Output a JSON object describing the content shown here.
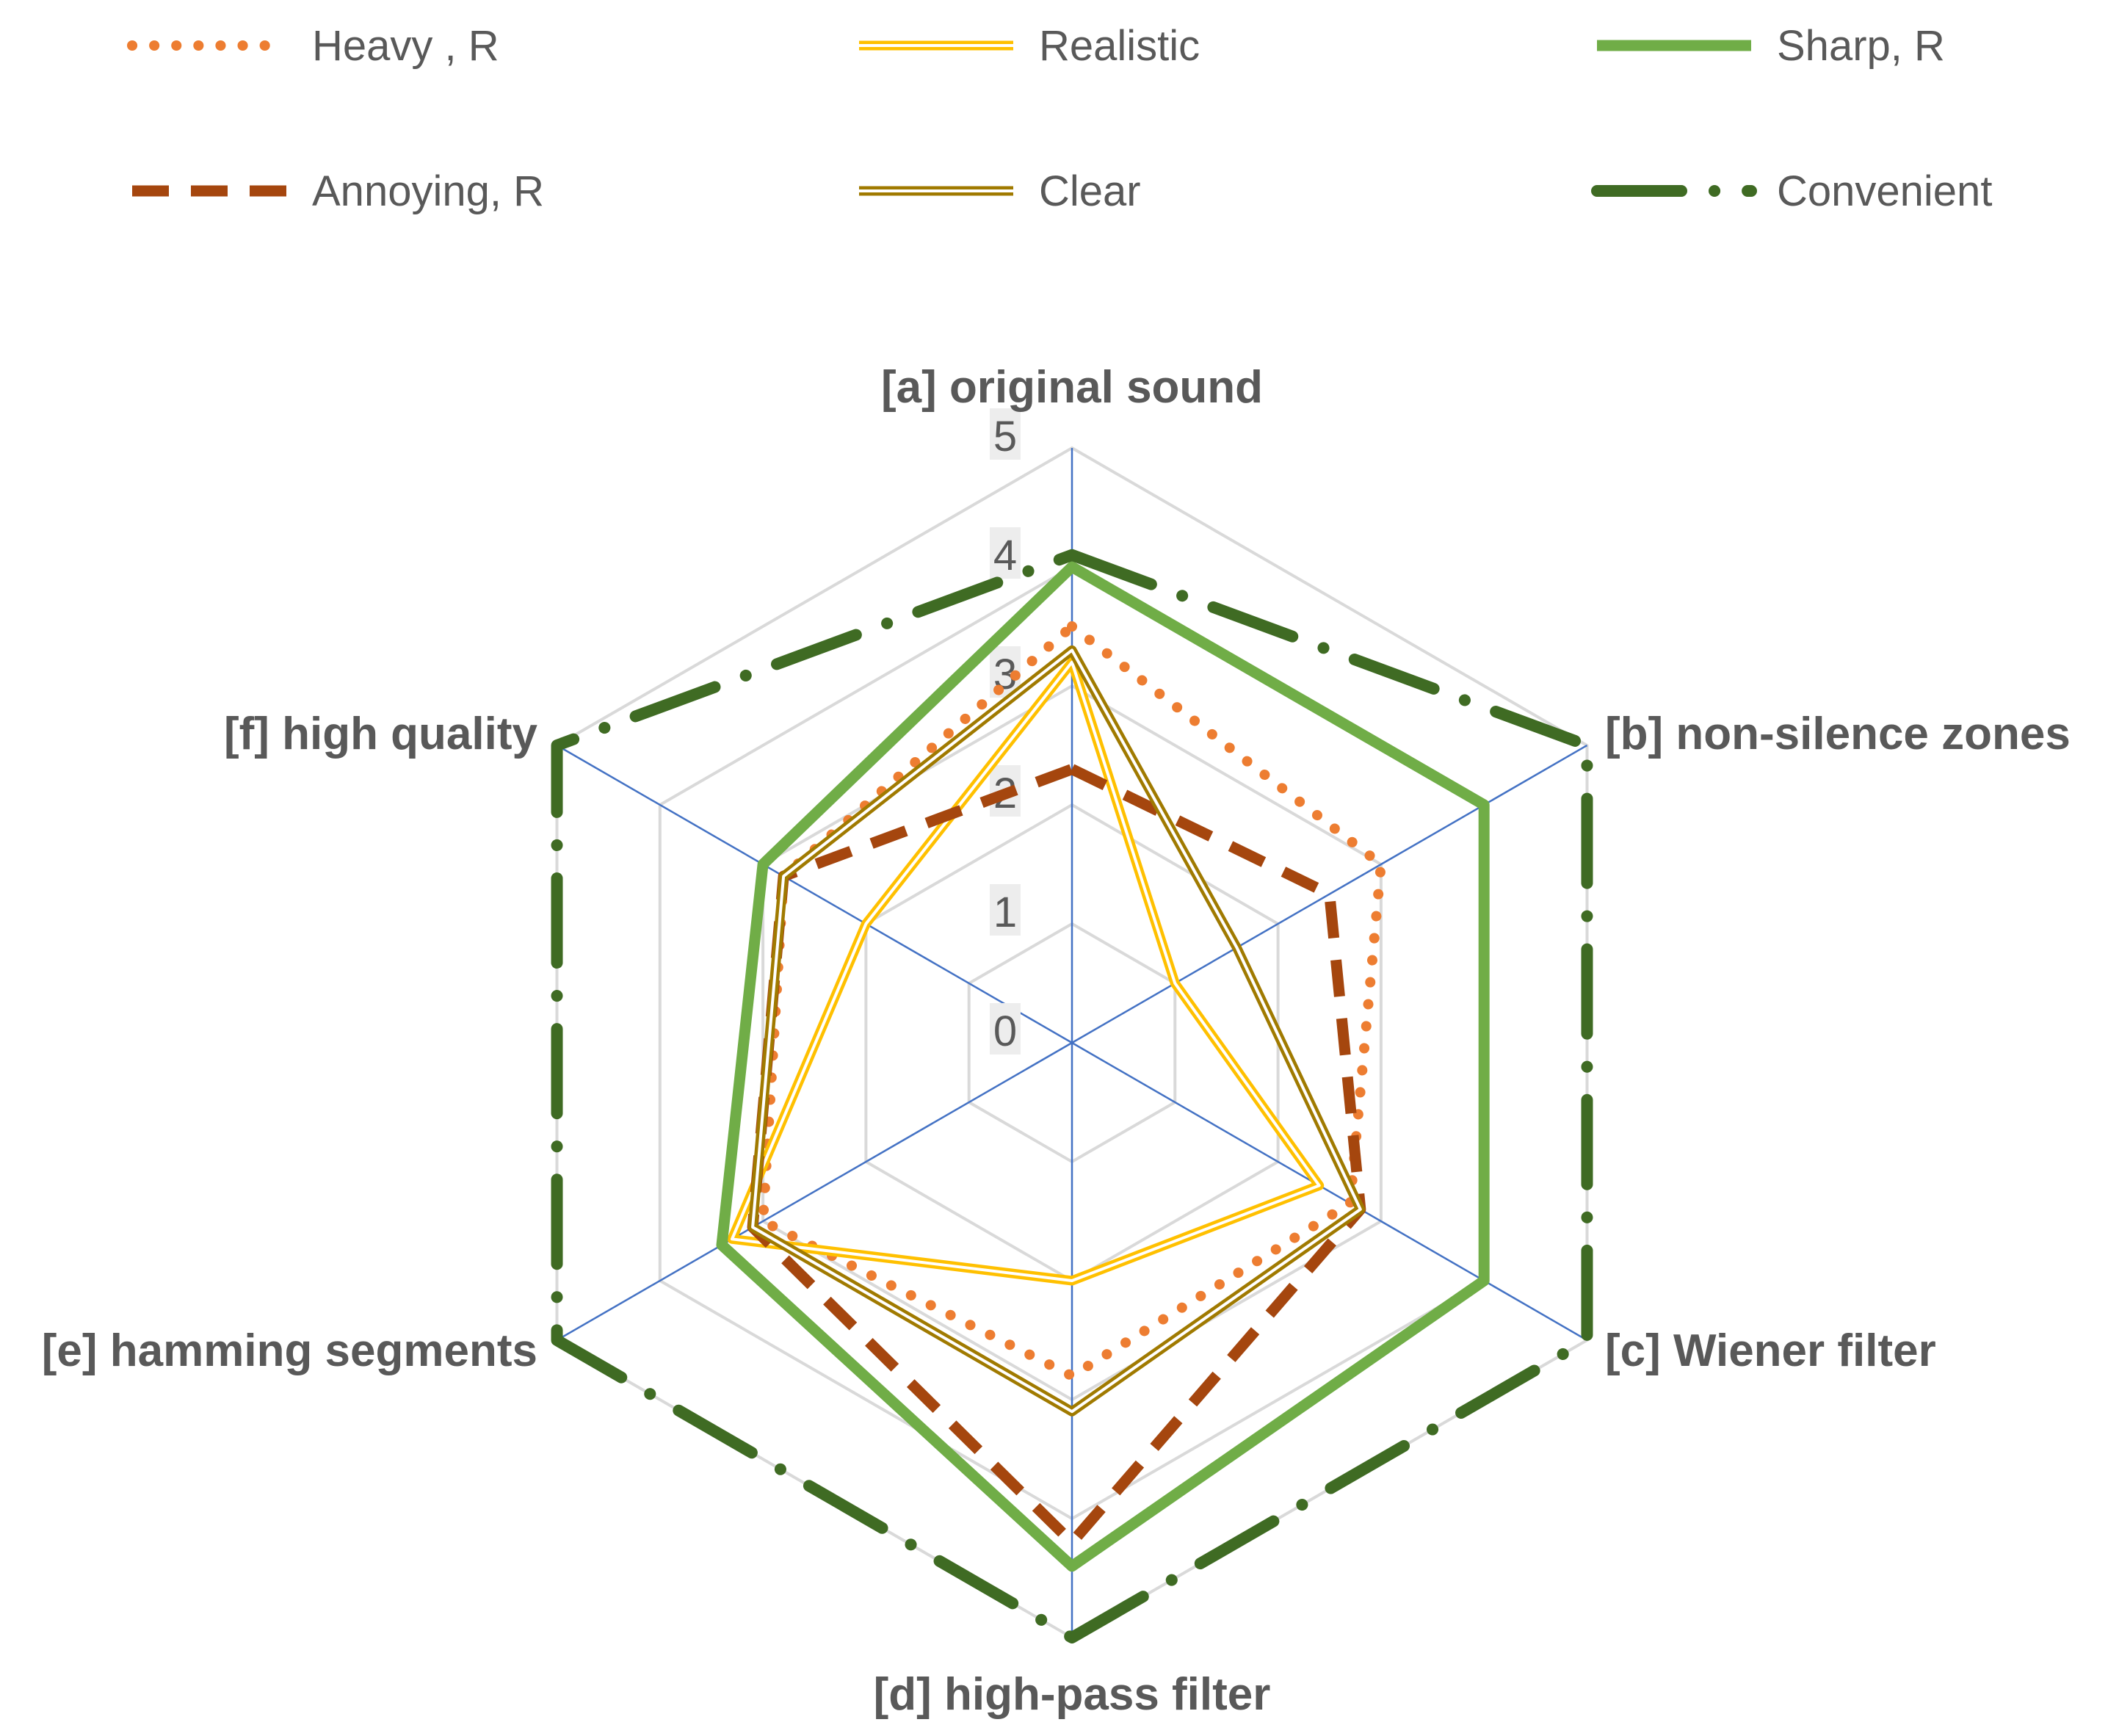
{
  "chart_data": {
    "type": "radar",
    "categories": [
      "[a] original sound",
      "[b] non-silence zones",
      "[c] Wiener filter",
      "[d] high-pass filter",
      "[e] hamming segments",
      "[f] high quality"
    ],
    "rlim": [
      0,
      5
    ],
    "ticks": [
      "0",
      "1",
      "2",
      "3",
      "4",
      "5"
    ],
    "grid": true,
    "legend_position": "top",
    "series": [
      {
        "name": "Heavy , R",
        "values": [
          3.5,
          3.0,
          2.7,
          2.8,
          3.0,
          2.8
        ],
        "color": "#ED7D31",
        "style": "dotted"
      },
      {
        "name": "Realistic",
        "values": [
          3.2,
          1.0,
          2.4,
          2.0,
          3.3,
          2.0
        ],
        "color": "#FFC000",
        "style": "double"
      },
      {
        "name": "Sharp, R",
        "values": [
          4.0,
          4.0,
          4.0,
          4.4,
          3.4,
          3.0
        ],
        "color": "#70AD47",
        "style": "solid"
      },
      {
        "name": "Annoying, R",
        "values": [
          2.3,
          2.5,
          2.8,
          4.2,
          3.1,
          2.8
        ],
        "color": "#A5460E",
        "style": "dashed"
      },
      {
        "name": "Clear",
        "values": [
          3.3,
          1.6,
          2.8,
          3.1,
          3.1,
          2.8
        ],
        "color": "#A07A00",
        "style": "double"
      },
      {
        "name": "Convenient",
        "values": [
          4.1,
          5.0,
          5.0,
          5.0,
          5.0,
          5.0
        ],
        "color": "#3F6B23",
        "style": "dashdot"
      }
    ]
  }
}
